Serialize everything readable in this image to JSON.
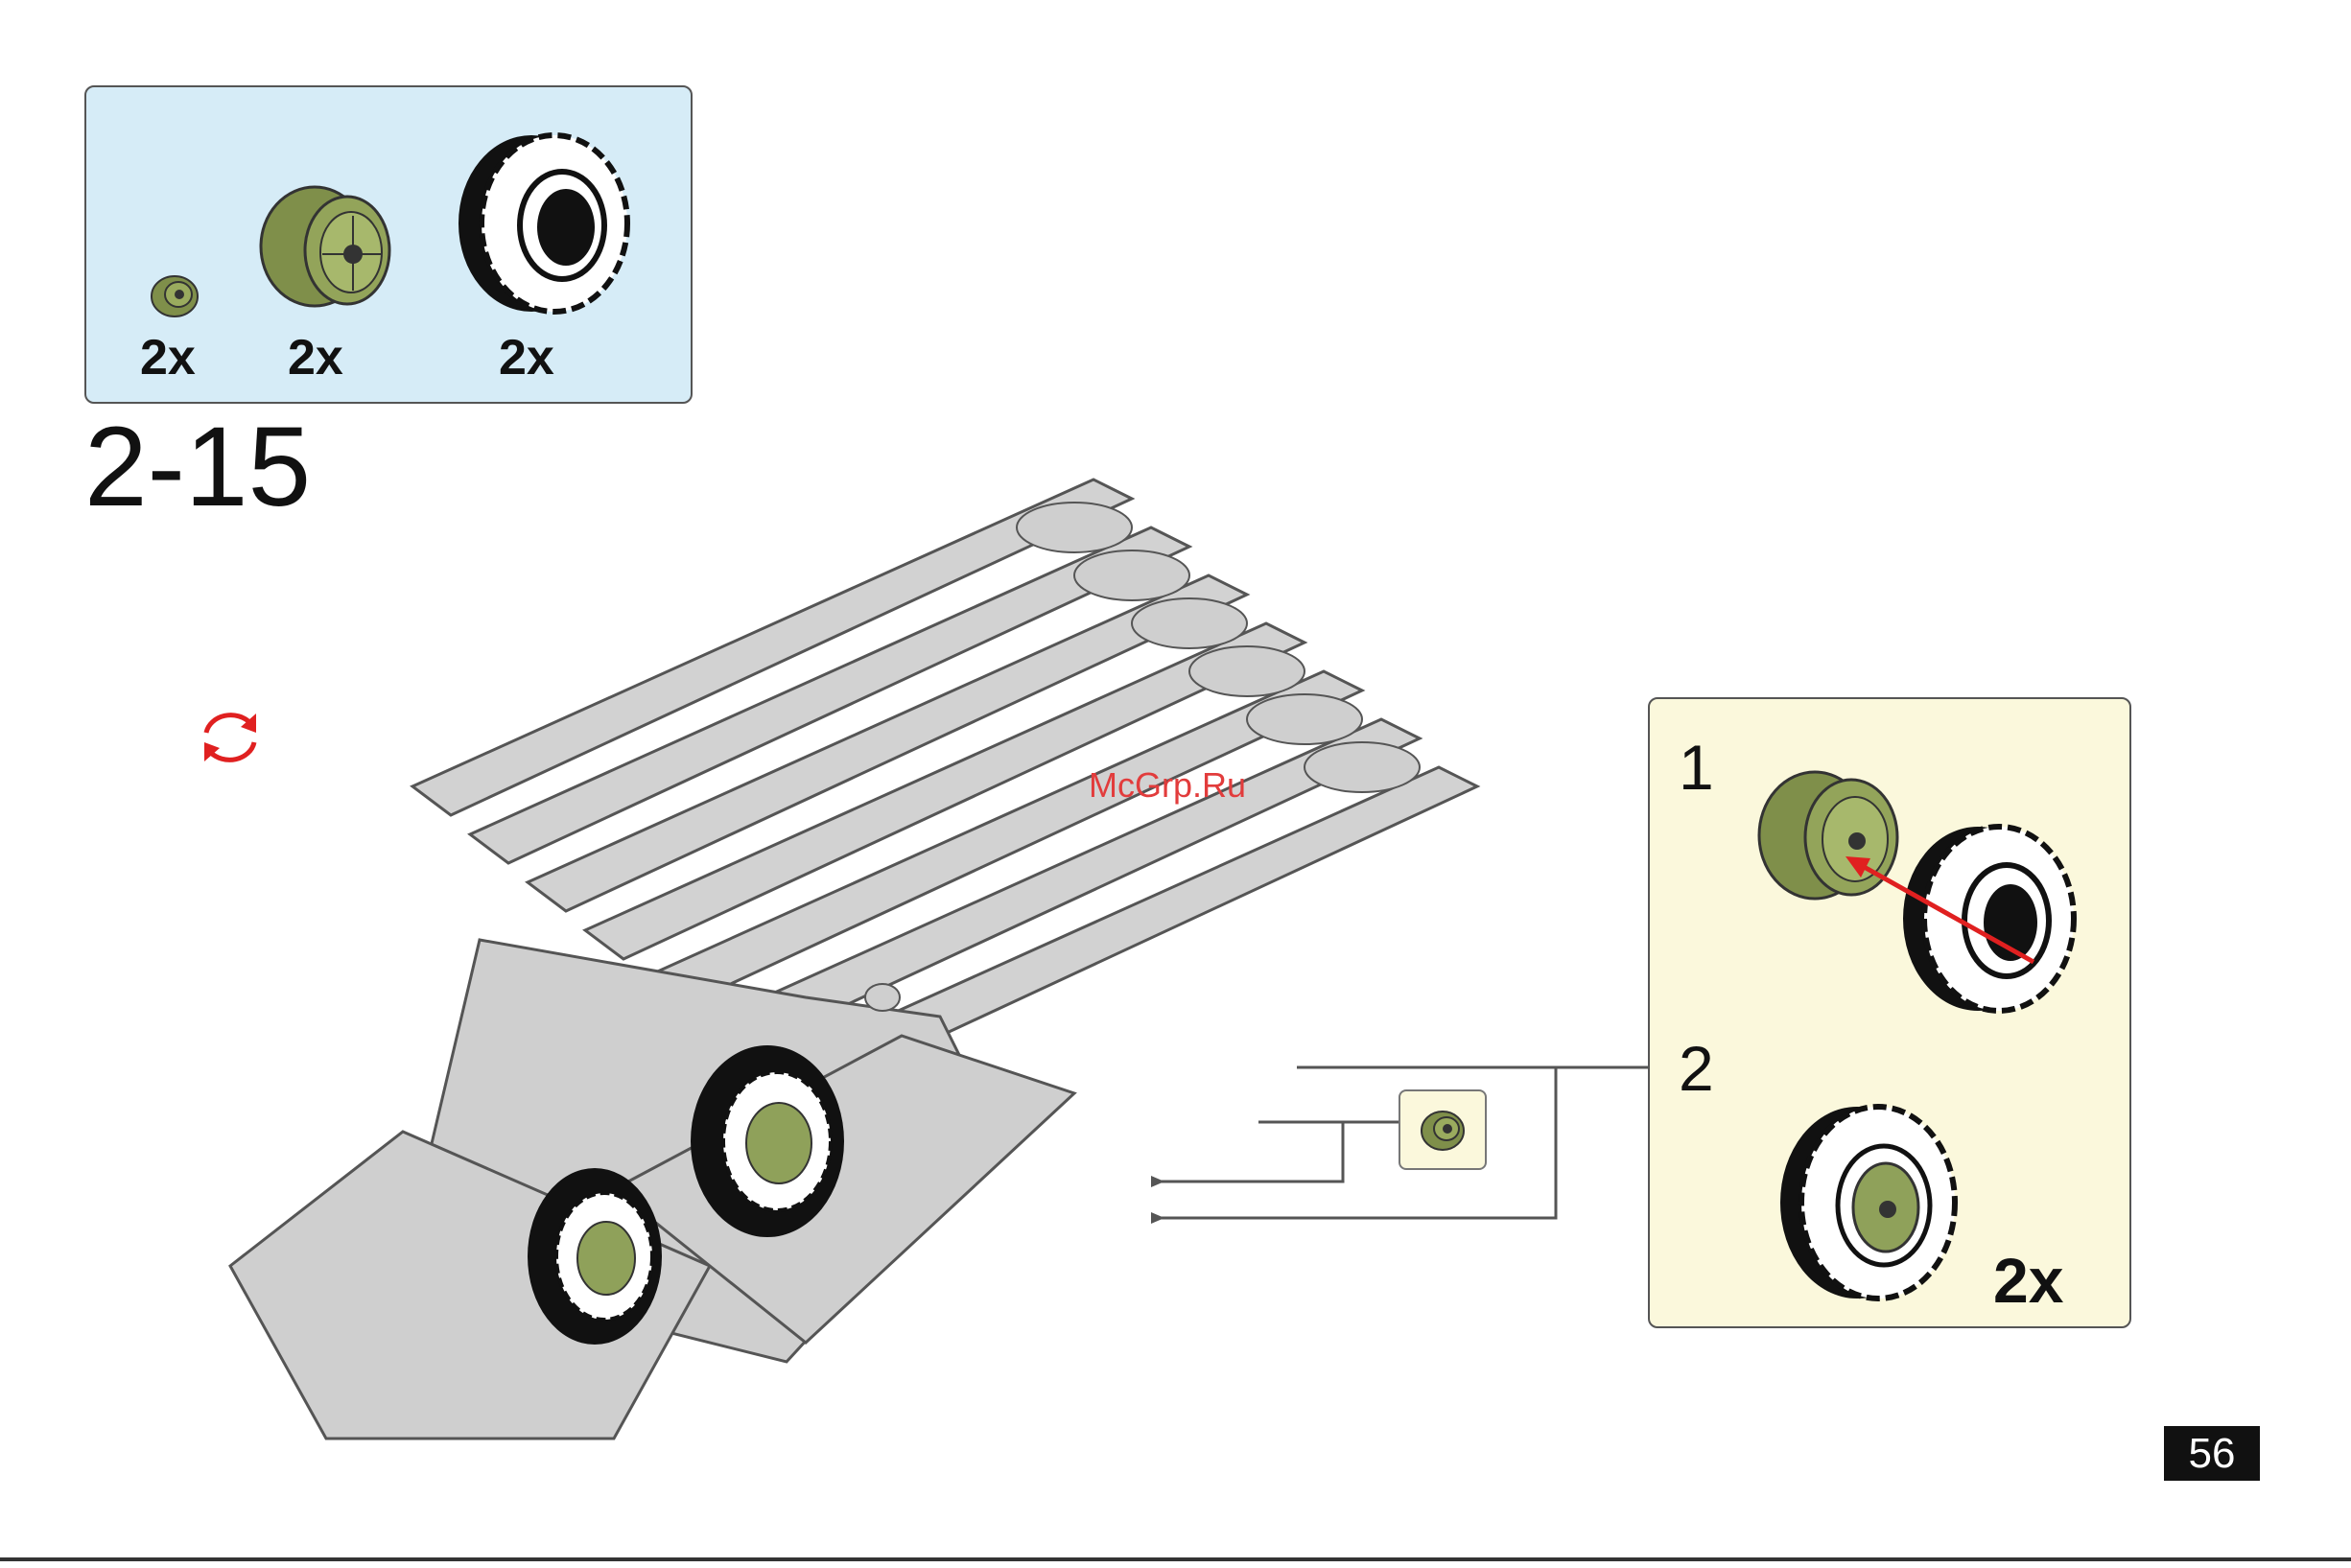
{
  "parts_list": {
    "items": [
      {
        "icon": "bushing-icon",
        "quantity": "2x"
      },
      {
        "icon": "wheel-rim-icon",
        "quantity": "2x"
      },
      {
        "icon": "tire-icon",
        "quantity": "2x"
      }
    ]
  },
  "step": {
    "number": "2-15"
  },
  "substeps": {
    "first": {
      "number": "1"
    },
    "second": {
      "number": "2",
      "quantity": "2x"
    }
  },
  "watermark": {
    "text": "McGrp.Ru"
  },
  "page": {
    "number": "56"
  },
  "colors": {
    "parts_box_bg": "#d6ecf7",
    "substep_box_bg": "#fbf8dc",
    "olive_part": "#7f8f4a",
    "model_gray": "#cfcfcf",
    "arrow_red": "#e02020",
    "rotate_icon": "#e02020"
  }
}
